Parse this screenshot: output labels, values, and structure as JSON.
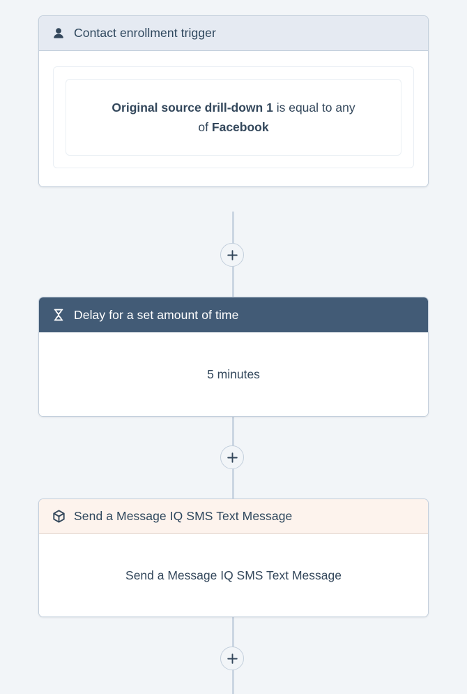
{
  "canvas": {
    "background_color": "#f2f5f8",
    "connector_color": "#cbd6e2"
  },
  "nodes": [
    {
      "id": "contact-enrollment-trigger",
      "type": "trigger",
      "icon": "contact-person-icon",
      "header_label": "Contact enrollment trigger",
      "header_bg": "#e5eaf2",
      "header_text_color": "#2e475d",
      "filter": {
        "property": "Original source drill-down 1",
        "operator": "is equal to any of",
        "value": "Facebook"
      }
    },
    {
      "id": "delay-node",
      "type": "delay",
      "icon": "hourglass-icon",
      "header_label": "Delay for a set amount of time",
      "header_bg": "#425b76",
      "header_text_color": "#ffffff",
      "body_label": "5 minutes"
    },
    {
      "id": "send-sms-node",
      "type": "integration-action",
      "icon": "cube-app-icon",
      "header_label": "Send a Message IQ SMS Text Message",
      "header_bg": "#fdf3ed",
      "header_text_color": "#2e475d",
      "body_label": "Send a Message IQ SMS Text Message"
    }
  ],
  "connectors": [
    {
      "id": "add-step-1",
      "icon": "plus-icon",
      "label": "+"
    },
    {
      "id": "add-step-2",
      "icon": "plus-icon",
      "label": "+"
    },
    {
      "id": "add-step-3",
      "icon": "plus-icon",
      "label": "+"
    }
  ]
}
